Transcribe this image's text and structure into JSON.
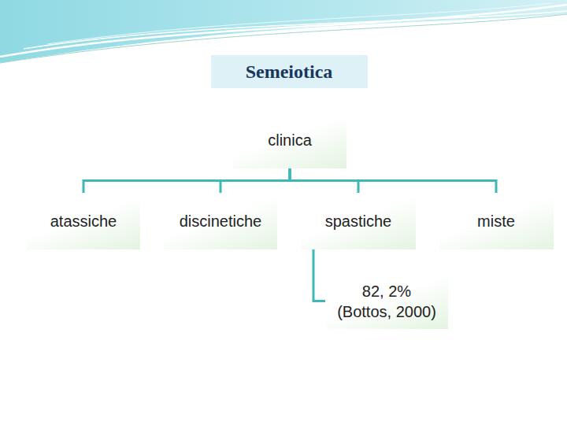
{
  "diagram": {
    "title": "Semeiotica",
    "nodes": [
      {
        "text": [
          "clinica"
        ]
      },
      {
        "text": [
          "atassiche"
        ]
      },
      {
        "text": [
          "discinetiche"
        ]
      },
      {
        "text": [
          "spastiche"
        ]
      },
      {
        "text": [
          "miste"
        ]
      },
      {
        "text": [
          "82, 2% (Bottos, 2000)"
        ]
      }
    ],
    "edges": [
      {
        "from": 0,
        "to": 1,
        "arrow": "none"
      },
      {
        "from": 0,
        "to": 2,
        "arrow": "none"
      },
      {
        "from": 0,
        "to": 3,
        "arrow": "none"
      },
      {
        "from": 0,
        "to": 4,
        "arrow": "none"
      },
      {
        "from": 3,
        "to": 5,
        "arrow": "none"
      }
    ]
  }
}
